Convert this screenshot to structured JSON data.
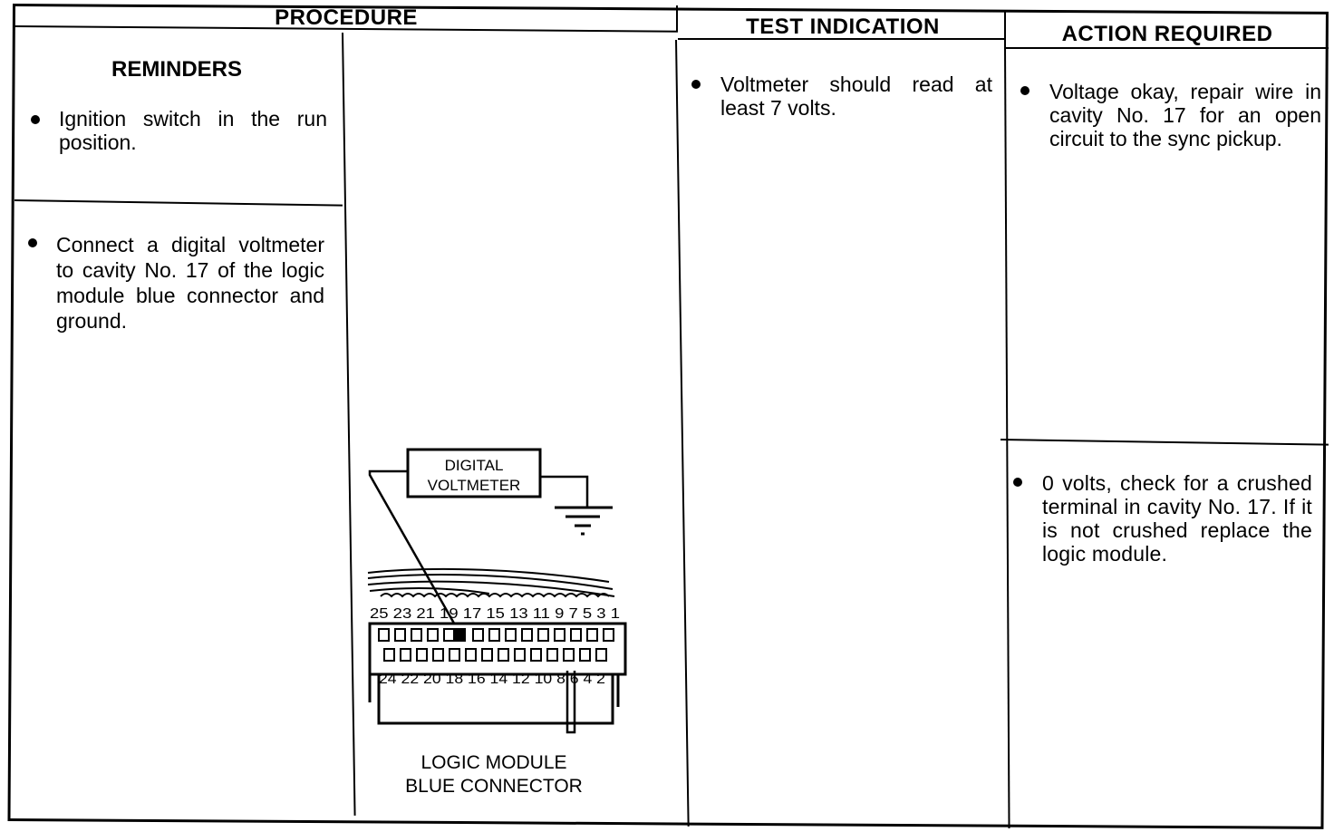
{
  "headers": {
    "procedure": "PROCEDURE",
    "test_indication": "TEST INDICATION",
    "action_required": "ACTION REQUIRED"
  },
  "reminders": {
    "title": "REMINDERS",
    "item": "Ignition switch in the run position."
  },
  "procedure_step": "Connect a digital voltmeter to cavity No. 17 of the logic module blue connector and ground.",
  "test_indication": "Voltmeter should read at least 7 volts.",
  "actions": [
    "Voltage okay, repair wire in cavity No. 17 for an open circuit to the sync pickup.",
    "0 volts, check for a crushed terminal in cavity No. 17. If it is not crushed replace the logic module."
  ],
  "diagram": {
    "meter_label_line1": "DIGITAL",
    "meter_label_line2": "VOLTMETER",
    "top_pins": "25 23 21 19 17 15 13 11 9 7 5 3 1",
    "bottom_pins": "24 22 20 18 16 14 12 10 8 6 4 2",
    "caption_line1": "LOGIC MODULE",
    "caption_line2": "BLUE CONNECTOR"
  }
}
